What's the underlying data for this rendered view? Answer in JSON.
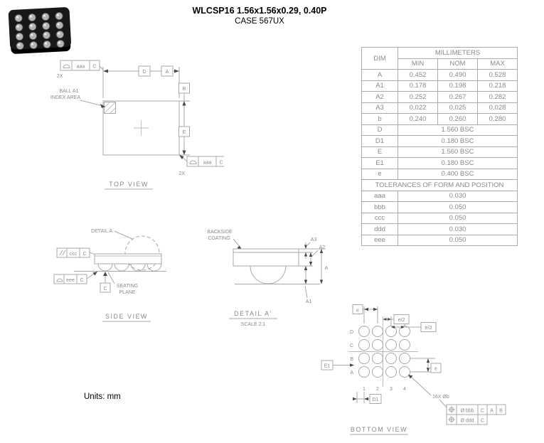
{
  "colors": {
    "drawing_line": "#a8a8a8",
    "drawing_text": "#8a8a8a",
    "heading_text": "#000000"
  },
  "header": {
    "title": "WLCSP16 1.56x1.56x0.29, 0.40P",
    "case": "CASE 567UX"
  },
  "units_note": "Units: mm",
  "top_view": {
    "title": "TOP VIEW",
    "ball_a1_line1": "BALL A1",
    "ball_a1_line2": "INDEX AREA",
    "qty_top": "2X",
    "qty_bottom": "2X",
    "fcf_top": {
      "symbol": "profile-of-surface",
      "tol": "aaa",
      "datum": "C"
    },
    "fcf_bottom": {
      "symbol": "profile-of-surface",
      "tol": "aaa",
      "datum": "C"
    },
    "dim_d": "D",
    "datum_a": "A",
    "datum_b": "B",
    "dim_e": "E"
  },
  "side_view": {
    "title": "SIDE VIEW",
    "detail_callout": "DETAIL A",
    "fcf_parallel": {
      "symbol": "parallelism",
      "tol": "ccc",
      "datum": "C"
    },
    "fcf_profile": {
      "symbol": "profile-of-surface",
      "tol": "eee",
      "datum": "C"
    },
    "seating_line1": "SEATING",
    "seating_line2": "PLANE",
    "datum_c": "C"
  },
  "detail_view": {
    "title": "DETAIL A'",
    "scale": "SCALE 2:1",
    "backside_line1": "BACKSIDE",
    "backside_line2": "COATING",
    "dim_a3": "A3",
    "dim_a2": "A2",
    "dim_a": "A",
    "dim_a1": "A1"
  },
  "bottom_view": {
    "title": "BOTTOM VIEW",
    "row_labels": [
      "D",
      "C",
      "B",
      "A"
    ],
    "col_labels": [
      "1",
      "2",
      "3",
      "4"
    ],
    "dim_e_top": "e",
    "dim_e_half1": "e/2",
    "dim_e_half2": "e/2",
    "dim_e_right": "e",
    "dim_e1": "E1",
    "dim_d1": "D1",
    "ball_callout": "16X Øb",
    "fcf_position_1": {
      "symbol": "position",
      "tol": "Ø bbb",
      "datums": [
        "C",
        "A",
        "B"
      ]
    },
    "fcf_position_2": {
      "symbol": "position",
      "tol": "Ø ddd",
      "datums": [
        "C"
      ]
    }
  },
  "table": {
    "dim_header": "DIM",
    "units_header": "MILLIMETERS",
    "col_headers": [
      "MIN",
      "NOM",
      "MAX"
    ],
    "rows": [
      {
        "dim": "A",
        "min": "0.452",
        "nom": "0.490",
        "max": "0.528"
      },
      {
        "dim": "A1",
        "min": "0.178",
        "nom": "0.198",
        "max": "0.218"
      },
      {
        "dim": "A2",
        "min": "0.252",
        "nom": "0.267",
        "max": "0.282"
      },
      {
        "dim": "A3",
        "min": "0.022",
        "nom": "0.025",
        "max": "0.028"
      },
      {
        "dim": "b",
        "min": "0.240",
        "nom": "0.260",
        "max": "0.280"
      },
      {
        "dim": "D",
        "value": "1.560 BSC"
      },
      {
        "dim": "D1",
        "value": "0.180 BSC"
      },
      {
        "dim": "E",
        "value": "1.560 BSC"
      },
      {
        "dim": "E1",
        "value": "0.180 BSC"
      },
      {
        "dim": "e",
        "value": "0.400 BSC"
      }
    ],
    "tolerance_header": "TOLERANCES OF FORM AND POSITION",
    "tolerance_rows": [
      {
        "dim": "aaa",
        "value": "0.030"
      },
      {
        "dim": "bbb",
        "value": "0.050"
      },
      {
        "dim": "ccc",
        "value": "0.050"
      },
      {
        "dim": "ddd",
        "value": "0.030"
      },
      {
        "dim": "eee",
        "value": "0.050"
      }
    ]
  }
}
